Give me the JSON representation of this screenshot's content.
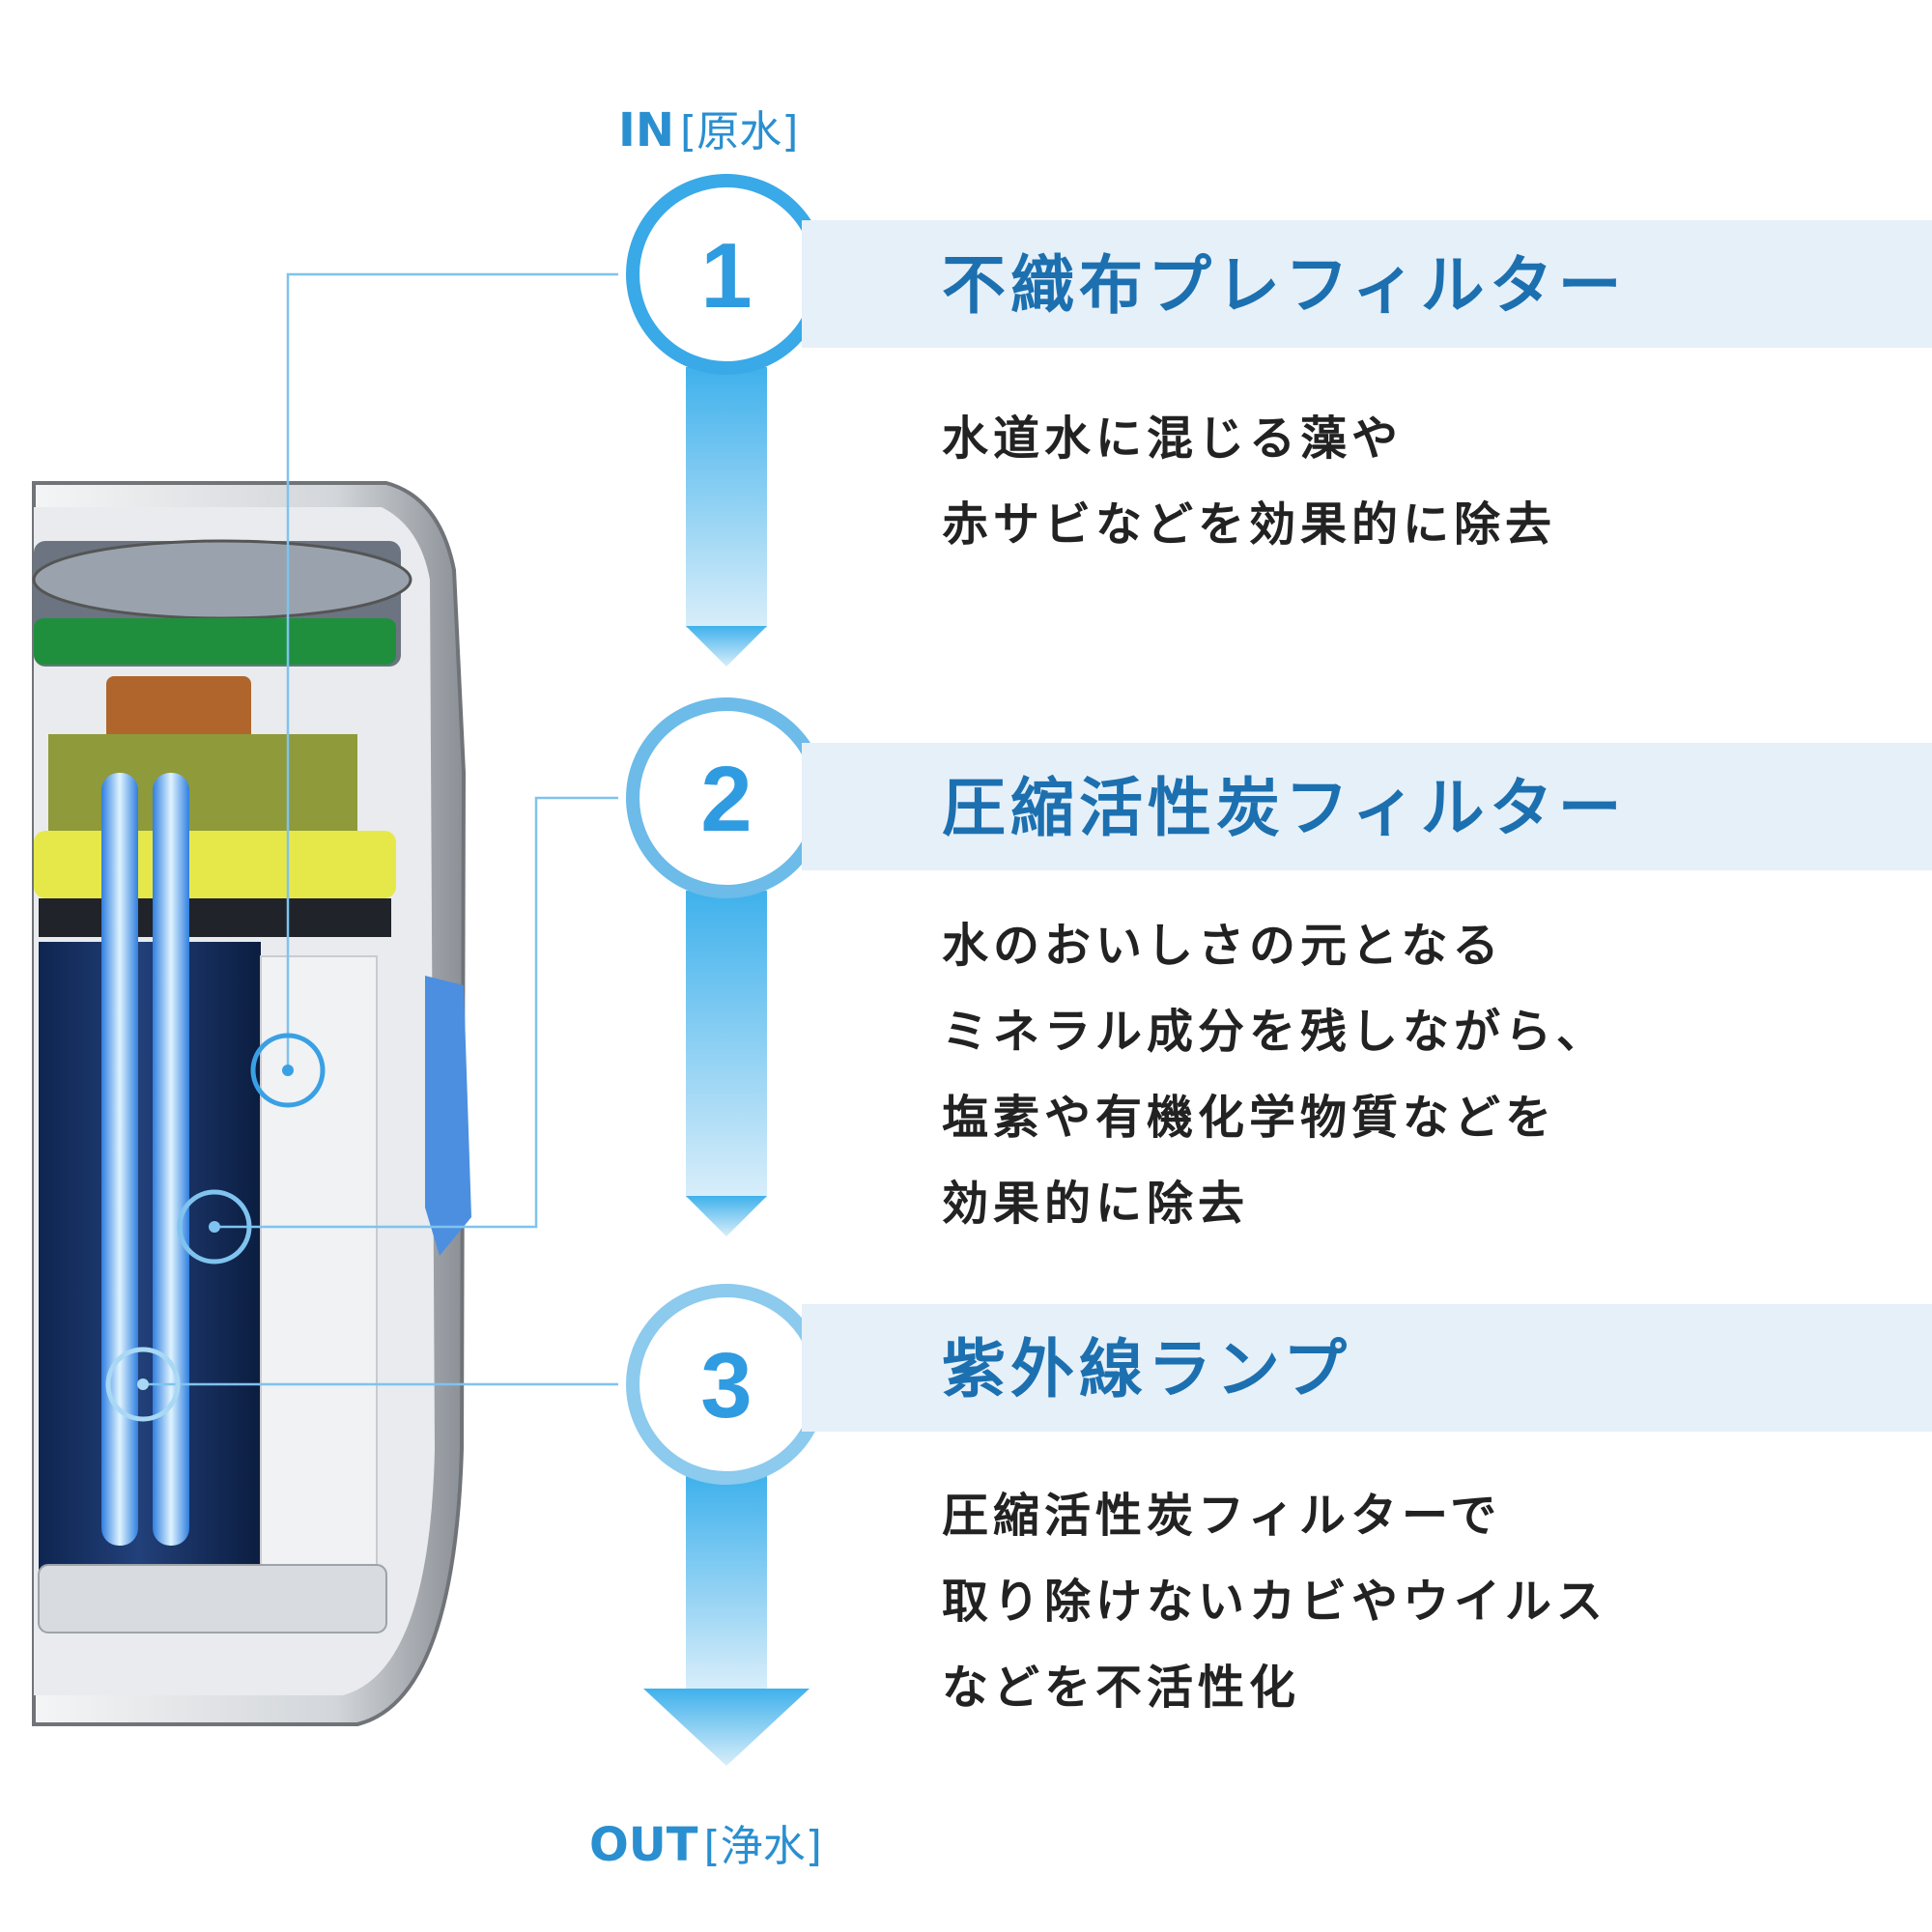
{
  "flow": {
    "in_label": "IN",
    "in_bracket": "[原水]",
    "out_label": "OUT",
    "out_bracket": "[浄水]"
  },
  "steps": [
    {
      "number": "1",
      "title": "不織布プレフィルター",
      "description": [
        "水道水に混じる藻や",
        "赤サビなどを効果的に除去"
      ]
    },
    {
      "number": "2",
      "title": "圧縮活性炭フィルター",
      "description": [
        "水のおいしさの元となる",
        "ミネラル成分を残しながら、",
        "塩素や有機化学物質などを",
        "効果的に除去"
      ]
    },
    {
      "number": "3",
      "title": "紫外線ランプ",
      "description": [
        "圧縮活性炭フィルターで",
        "取り除けないカビやウイルス",
        "などを不活性化"
      ]
    }
  ],
  "colors": {
    "accent": "#2a8fd0",
    "title": "#1c70b0",
    "band": "#e6f0f9",
    "arrow_top": "#3fb1ec",
    "arrow_bottom": "#d9eefa"
  }
}
